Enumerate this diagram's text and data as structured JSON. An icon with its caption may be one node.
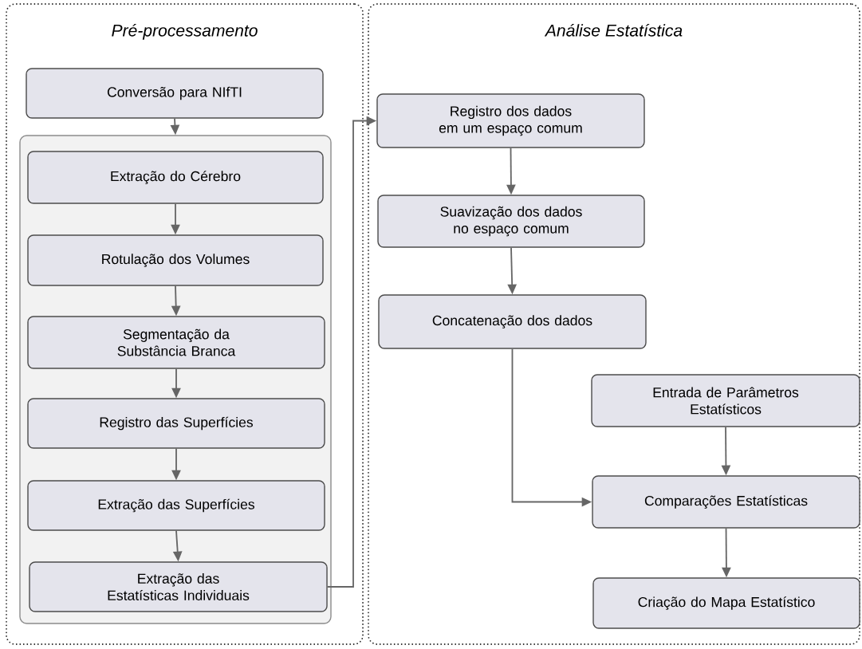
{
  "diagram": {
    "nodes": [
      {
        "text": [
          "Pré-processamento"
        ]
      },
      {
        "text": [
          "Conversão para NIfTI"
        ],
        "in": 0
      },
      {
        "text": [],
        "shape": "box",
        "in": 0
      },
      {
        "text": [
          "Extração do Cérebro"
        ],
        "in": 2
      },
      {
        "text": [
          "Rotulação dos Volumes"
        ],
        "in": 2
      },
      {
        "text": [
          "Segmentação da Substância Branca"
        ],
        "in": 2
      },
      {
        "text": [
          "Registro das Superfícies"
        ],
        "in": 2
      },
      {
        "text": [
          "Extração das Superfícies"
        ],
        "in": 2
      },
      {
        "text": [
          "Extração das Estatísticas Individuais"
        ],
        "in": 2
      },
      {
        "text": [
          "Análise Estatística"
        ]
      },
      {
        "text": [
          "Registro dos dados em um espaço comum"
        ],
        "in": 9
      },
      {
        "text": [
          "Suavização dos dados no espaço comum"
        ],
        "in": 9
      },
      {
        "text": [
          "Concatenação dos dados"
        ],
        "in": 9
      },
      {
        "text": [
          "Entrada de Parâmetros Estatísticos"
        ],
        "in": 9
      },
      {
        "text": [
          "Comparações Estatísticas"
        ],
        "in": 9
      },
      {
        "text": [
          "Criação do Mapa Estatístico"
        ],
        "in": 9
      }
    ],
    "edges": [
      {
        "from": 1,
        "to": 2,
        "arrow": "to"
      },
      {
        "from": 3,
        "to": 4,
        "arrow": "to"
      },
      {
        "from": 4,
        "to": 5,
        "arrow": "to"
      },
      {
        "from": 5,
        "to": 6,
        "arrow": "to"
      },
      {
        "from": 6,
        "to": 7,
        "arrow": "to"
      },
      {
        "from": 7,
        "to": 8,
        "arrow": "to"
      },
      {
        "from": 8,
        "to": 10,
        "arrow": "to"
      },
      {
        "from": 10,
        "to": 11,
        "arrow": "to"
      },
      {
        "from": 11,
        "to": 12,
        "arrow": "to"
      },
      {
        "from": 12,
        "to": 14,
        "arrow": "to"
      },
      {
        "from": 13,
        "to": 14,
        "arrow": "to"
      },
      {
        "from": 14,
        "to": 15,
        "arrow": "to"
      }
    ]
  }
}
